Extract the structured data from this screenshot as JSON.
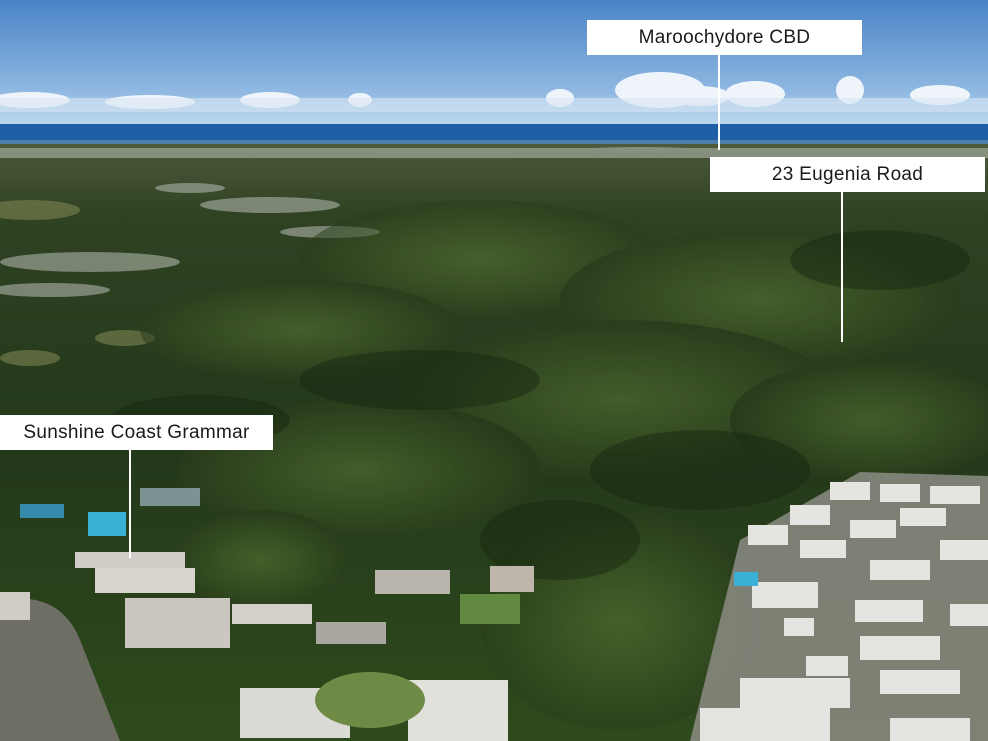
{
  "photo": {
    "type": "aerial-photograph",
    "colors": {
      "sky_top": "#4d86c8",
      "sky_horizon": "#bcd6ee",
      "ocean": "#1f5fa6",
      "forest_dark": "#1c2e14",
      "forest_mid": "#34491f",
      "forest_light": "#587236",
      "rooftops": "#e6e6e3",
      "pool": "#3ab0d6",
      "label_bg": "#ffffff",
      "label_text": "#1a1a1a"
    }
  },
  "labels": {
    "cbd": "Maroochydore CBD",
    "property": "23 Eugenia Road",
    "school": "Sunshine Coast Grammar"
  }
}
